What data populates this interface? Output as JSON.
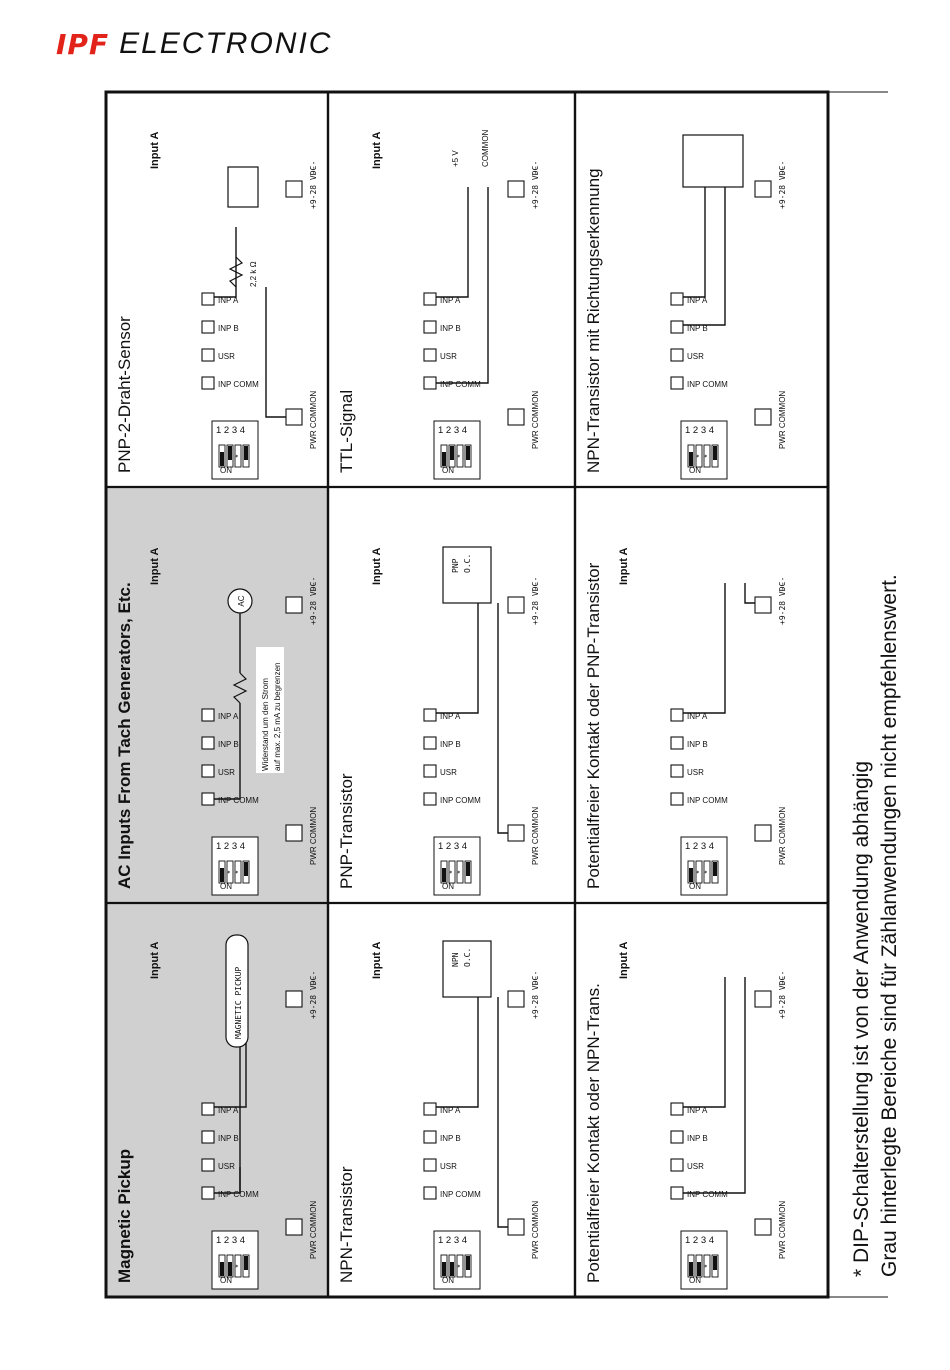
{
  "brand": {
    "primary": "IPF",
    "secondary": "ELECTRONIC",
    "accent_color": "#e2231a"
  },
  "panels": {
    "magnetic_pickup": {
      "title": "Magnetic Pickup",
      "input_label": "Input A",
      "sensor_label": "MAGNETIC PICKUP"
    },
    "ac_inputs": {
      "title": "AC Inputs From Tach Generators, Etc.",
      "input_label": "Input A",
      "source_label": "AC",
      "note_line1": "Widerstand um den Strom",
      "note_line2": "auf max. 2,5 mA zu begrenzen"
    },
    "pnp_2wire": {
      "title": "PNP-2-Draht-Sensor",
      "input_label": "Input A",
      "resistor_label": "2,2 k Ω"
    },
    "npn_transistor": {
      "title": "NPN-Transistor",
      "input_label": "Input A",
      "device_label_1": "NPN",
      "device_label_2": "O.C."
    },
    "pnp_transistor": {
      "title": "PNP-Transistor",
      "input_label": "Input A",
      "device_label_1": "PNP",
      "device_label_2": "O.C."
    },
    "ttl_signal": {
      "title": "TTL-Signal",
      "input_label": "Input A",
      "v_label": "+5 V",
      "common_label": "COMMON"
    },
    "contact_npn": {
      "title": "Potentialfreier Kontakt oder NPN-Trans.",
      "input_label": "Input A"
    },
    "contact_pnp": {
      "title": "Potentialfreier Kontakt oder PNP-Transistor",
      "input_label": "Input A"
    },
    "npn_direction": {
      "title": "NPN-Transistor mit Richtungserkennung"
    }
  },
  "terminals": {
    "inp_comm": "INP COMM",
    "usr": "USR",
    "inp_b": "INP B",
    "inp_a": "INP A",
    "pwr_common": "PWR COMMON",
    "supply": "+9-28 VDC",
    "dc_symbol": "---"
  },
  "dip": {
    "on": "ON",
    "numbers": "1 2 3 4",
    "star": "*"
  },
  "footnote": {
    "line1": "*  DIP-Schalterstellung ist von der Anwendung abhängig",
    "line2": "Grau hinterlegte Bereiche sind für Zählanwendungen nicht empfehlenswert."
  },
  "colors": {
    "shade": "#d0d0d0",
    "line": "#111111"
  }
}
